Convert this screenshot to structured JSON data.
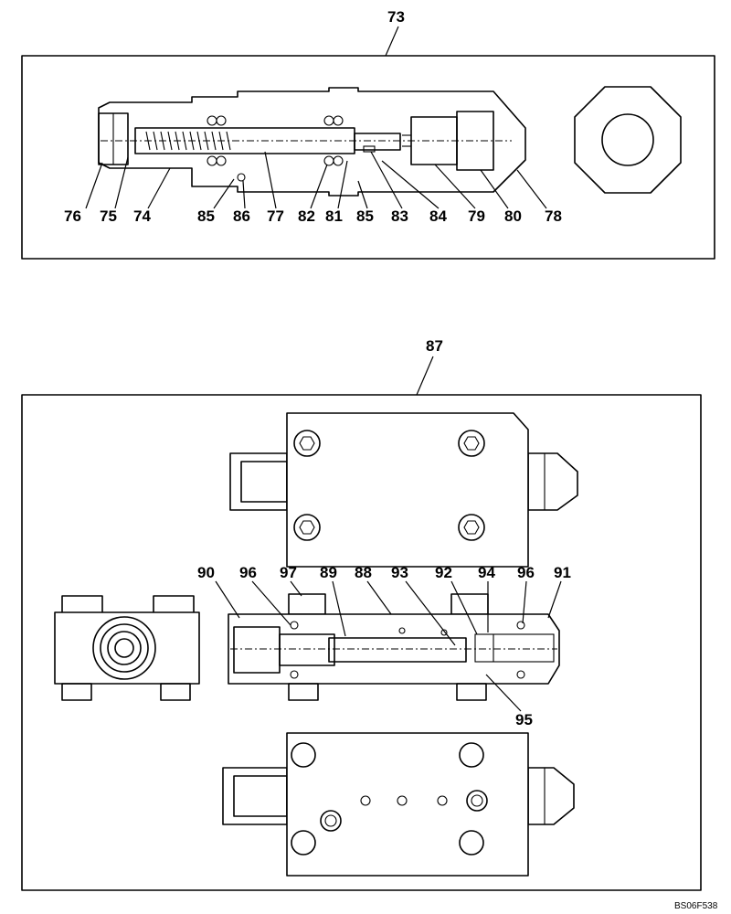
{
  "assemblies": [
    {
      "id": "73",
      "label": "73"
    },
    {
      "id": "87",
      "label": "87"
    }
  ],
  "callouts_top": [
    "76",
    "75",
    "74",
    "85",
    "86",
    "77",
    "82",
    "81",
    "85",
    "83",
    "84",
    "79",
    "80",
    "78"
  ],
  "callouts_bottom": [
    "90",
    "96",
    "97",
    "89",
    "88",
    "93",
    "92",
    "94",
    "96",
    "91",
    "95"
  ],
  "figure_code": "BS06F538"
}
